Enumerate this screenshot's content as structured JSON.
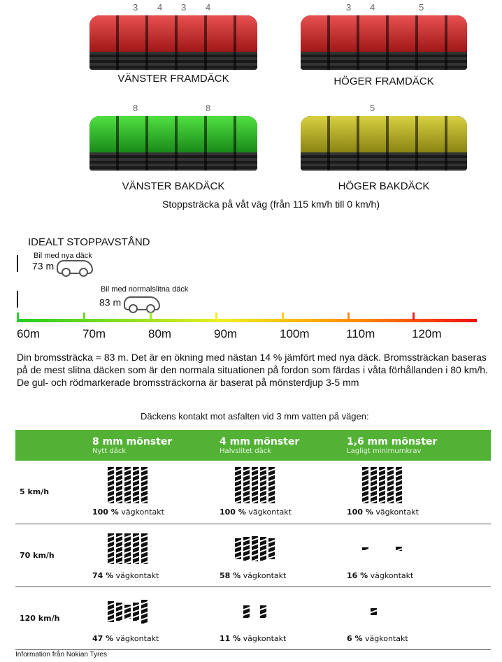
{
  "tires": [
    {
      "label": "VÄNSTER FRAMDÄCK",
      "depths": [
        "3",
        "4",
        "3",
        "4"
      ],
      "color": "red"
    },
    {
      "label": "HÖGER FRAMDÄCK",
      "depths": [
        "3",
        "4",
        "5"
      ],
      "color": "red"
    },
    {
      "label": "VÄNSTER BAKDÄCK",
      "depths": [
        "8",
        "8"
      ],
      "color": "green"
    },
    {
      "label": "HÖGER BAKDÄCK",
      "depths": [
        "5"
      ],
      "color": "yellow"
    }
  ],
  "stopping_title": "Stoppsträcka på våt väg (från 115 km/h till 0 km/h)",
  "ideal_title": "IDEALT STOPPAVSTÅND",
  "new_car": {
    "label": "Bil med nya däck",
    "distance": "73 m"
  },
  "worn_car": {
    "label": "Bil med normalslitna däck",
    "distance": "83 m"
  },
  "scale": [
    "60m",
    "70m",
    "80m",
    "90m",
    "100m",
    "110m",
    "120m"
  ],
  "description": "Din bromssträcka = 83 m. Det är en ökning med nästan 14 % jämfört med nya däck. Bromssträckan baseras på de mest slitna däcken som är den normala situationen på fordon som färdas i våta förhållanden i 80 km/h. De gul- och rödmarkerade bromssträckorna är baserat på mönsterdjup 3-5 mm",
  "contact_title": "Däckens kontakt mot asfalten vid 3 mm vatten på vägen:",
  "table": {
    "headers": [
      {
        "title": "8 mm mönster",
        "sub": "Nytt däck"
      },
      {
        "title": "4 mm mönster",
        "sub": "Halvslitet däck"
      },
      {
        "title": "1,6 mm mönster",
        "sub": "Lagligt minimumkrav"
      }
    ],
    "rows": [
      {
        "speed": "5 km/h",
        "cells": [
          {
            "pct": "100 %",
            "label": "vägkontakt"
          },
          {
            "pct": "100 %",
            "label": "vägkontakt"
          },
          {
            "pct": "100 %",
            "label": "vägkontakt"
          }
        ]
      },
      {
        "speed": "70 km/h",
        "cells": [
          {
            "pct": "74 %",
            "label": "vägkontakt"
          },
          {
            "pct": "58 %",
            "label": "vägkontakt"
          },
          {
            "pct": "16 %",
            "label": "vägkontakt"
          }
        ]
      },
      {
        "speed": "120 km/h",
        "cells": [
          {
            "pct": "47 %",
            "label": "vägkontakt"
          },
          {
            "pct": "11 %",
            "label": "vägkontakt"
          },
          {
            "pct": "6 %",
            "label": "vägkontakt"
          }
        ]
      }
    ]
  },
  "footer": "Information från Nokian Tyres"
}
